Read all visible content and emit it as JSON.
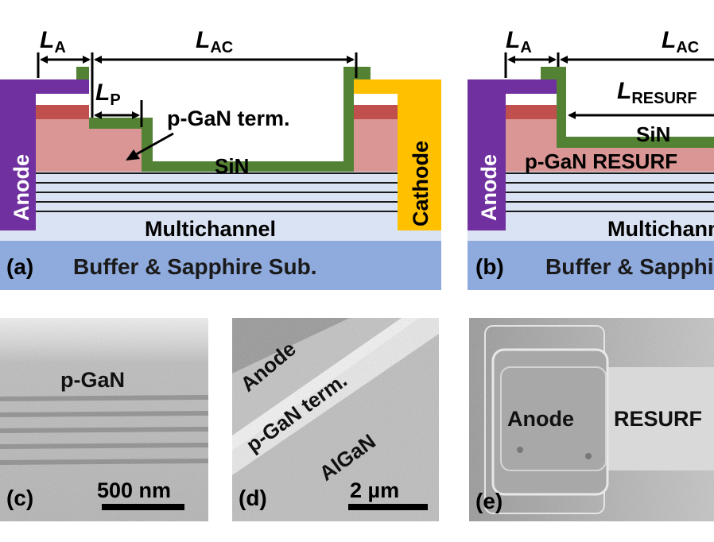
{
  "colors": {
    "anode": "#7030a0",
    "cathode": "#ffc000",
    "sin": "#548235",
    "p_gan_dark": "#c0504d",
    "p_gan_light": "#d99694",
    "multichannel": "#dae3f3",
    "buffer": "#8faadc",
    "text": "#1a1a1a"
  },
  "panel_a": {
    "label": "(a)",
    "anode": "Anode",
    "cathode": "Cathode",
    "sin": "SiN",
    "pgan_term": "p-GaN term.",
    "multichannel": "Multichannel",
    "buffer": "Buffer & Sapphire Sub.",
    "dim_la": {
      "main": "L",
      "sub": "A"
    },
    "dim_lac": {
      "main": "L",
      "sub": "AC"
    },
    "dim_lp": {
      "main": "L",
      "sub": "P"
    }
  },
  "panel_b": {
    "label": "(b)",
    "anode": "Anode",
    "sin": "SiN",
    "pgan_resurf": "p-GaN RESURF",
    "multichannel": "Multichannel",
    "buffer": "Buffer & Sapphire Sub.",
    "dim_la": {
      "main": "L",
      "sub": "A"
    },
    "dim_lac": {
      "main": "L",
      "sub": "AC"
    },
    "dim_lresurf": {
      "main": "L",
      "sub": "RESURF"
    }
  },
  "panel_c": {
    "label": "(c)",
    "material": "p-GaN",
    "scale": "500 nm"
  },
  "panel_d": {
    "label": "(d)",
    "anode": "Anode",
    "term": "p-GaN term.",
    "algan": "AlGaN",
    "scale": "2 µm"
  },
  "panel_e": {
    "label": "(e)",
    "anode": "Anode",
    "resurf": "RESURF"
  }
}
